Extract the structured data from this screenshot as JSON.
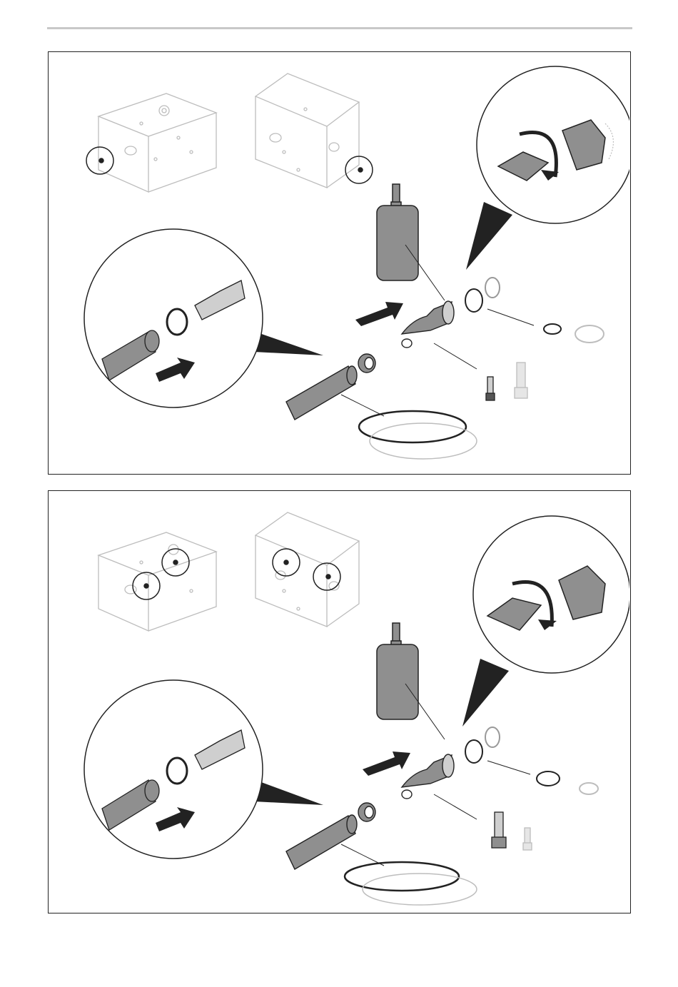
{
  "document": {
    "panels": [
      {
        "id": "panel-1",
        "highlighted_ports": "side"
      },
      {
        "id": "panel-2",
        "highlighted_ports": "top"
      }
    ]
  },
  "colors": {
    "line": "#222222",
    "faint": "#bdbdbd",
    "fill_gray": "#8f8f8f",
    "fill_dark": "#555555",
    "rule": "#c8c8c8"
  }
}
